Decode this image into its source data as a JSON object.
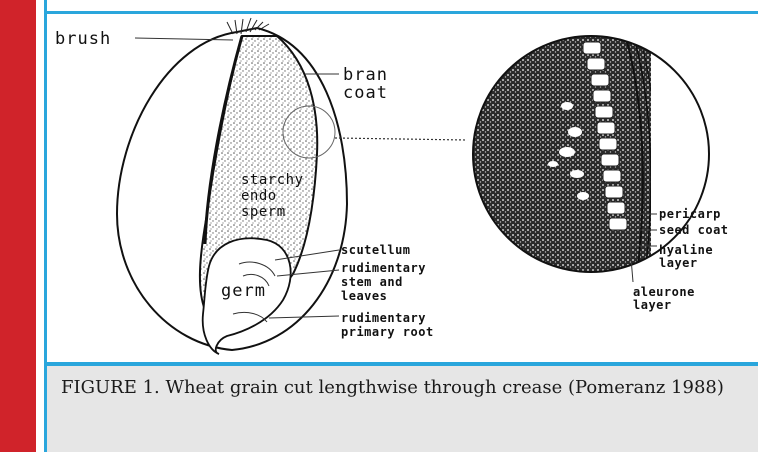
{
  "diagram": {
    "labels": {
      "brush": "brush",
      "bran_line1": "bran",
      "bran_line2": "coat",
      "endo_line1": "starchy",
      "endo_line2": "endo",
      "endo_line3": "sperm",
      "germ": "germ",
      "scutellum": "scutellum",
      "rud_stem_line1": "rudimentary",
      "rud_stem_line2": "stem and",
      "rud_stem_line3": "leaves",
      "rud_root_line1": "rudimentary",
      "rud_root_line2": "primary root",
      "pericarp": "pericarp",
      "seed_coat": "seed coat",
      "hyaline_line1": "hyaline",
      "hyaline_line2": "layer",
      "aleurone_line1": "aleurone",
      "aleurone_line2": "layer"
    }
  },
  "caption": {
    "text": "FIGURE 1. Wheat grain cut lengthwise through crease (Pomeranz 1988)"
  },
  "colors": {
    "accent_red": "#d0232a",
    "accent_blue": "#2aa6dc",
    "caption_bg": "#e6e6e6"
  }
}
